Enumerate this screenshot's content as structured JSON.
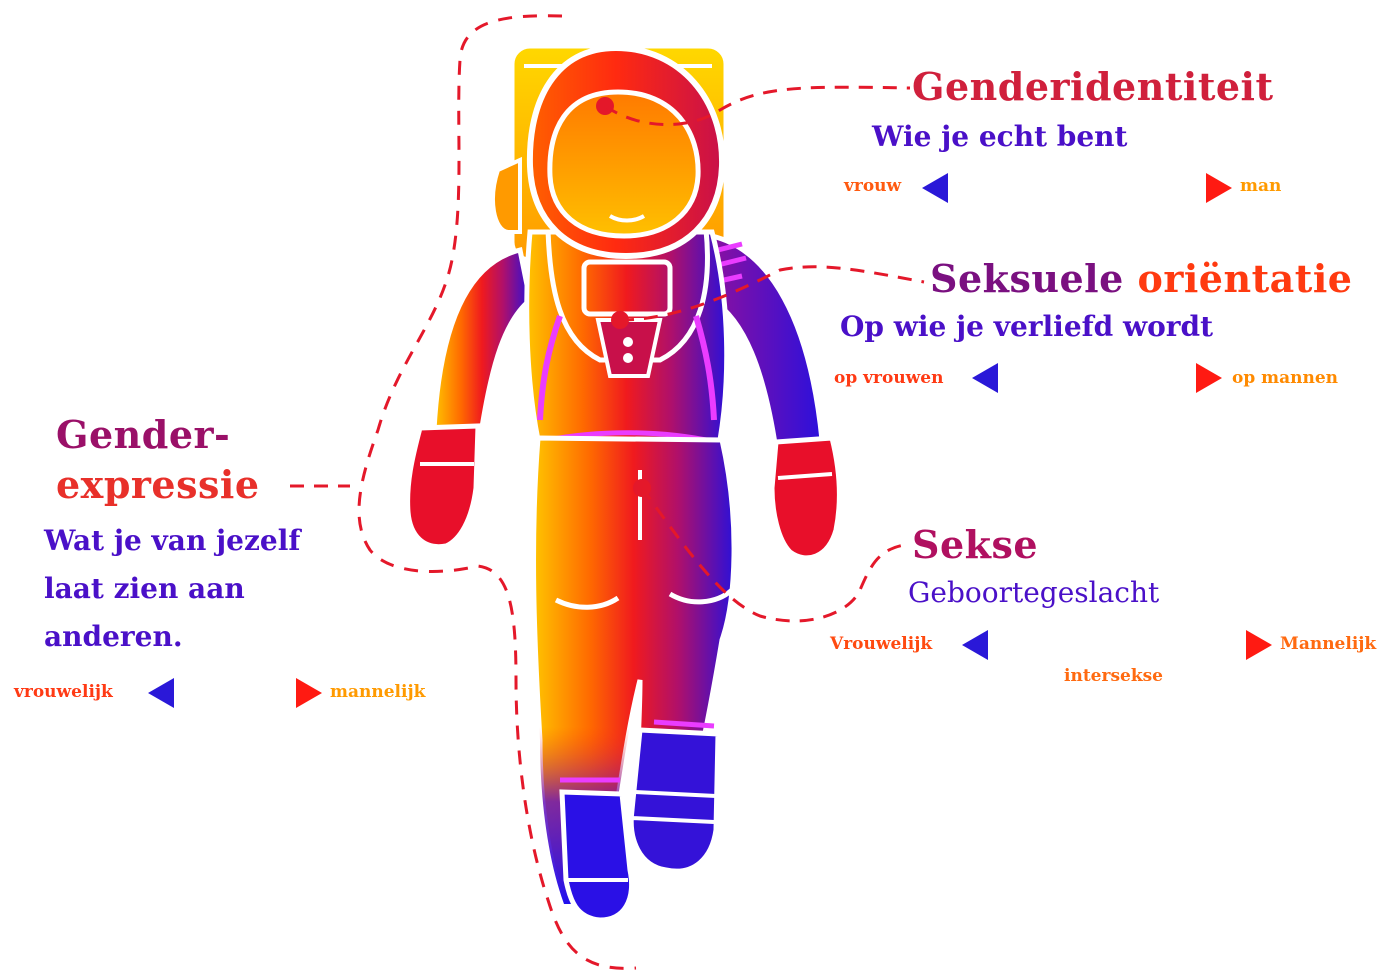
{
  "colors": {
    "dash": "#e4182a",
    "gradient_warm": [
      "#ffd000",
      "#ff8a00",
      "#ff2a14",
      "#e80f2a"
    ],
    "gradient_cool": [
      "#c2105a",
      "#6a10a8",
      "#3c14d2",
      "#2010e8"
    ],
    "accent_magenta": "#ea3cff",
    "sub_text": "#4a10c8",
    "scale_start": "#2a18d8",
    "scale_end": "#ff1a12"
  },
  "sections": {
    "genderidentiteit": {
      "title": "Genderidentiteit",
      "subtitle": "Wie je echt bent",
      "left": "vrouw",
      "right": "man"
    },
    "seksuele_orientatie": {
      "title_part1": "Seksuele ",
      "title_part2": "oriëntatie",
      "subtitle": "Op wie je verliefd wordt",
      "left": "op vrouwen",
      "right": "op mannen"
    },
    "sekse": {
      "title": "Sekse",
      "subtitle": "Geboortegeslacht",
      "left": "Vrouwelijk",
      "right": "Mannelijk",
      "middle": "intersekse"
    },
    "genderexpressie": {
      "title_line1": "Gender-",
      "title_line2": "expressie",
      "subtitle_line1": "Wat je van jezelf",
      "subtitle_line2": "laat zien aan",
      "subtitle_line3": "anderen.",
      "left": "vrouwelijk",
      "right": "mannelijk"
    }
  }
}
